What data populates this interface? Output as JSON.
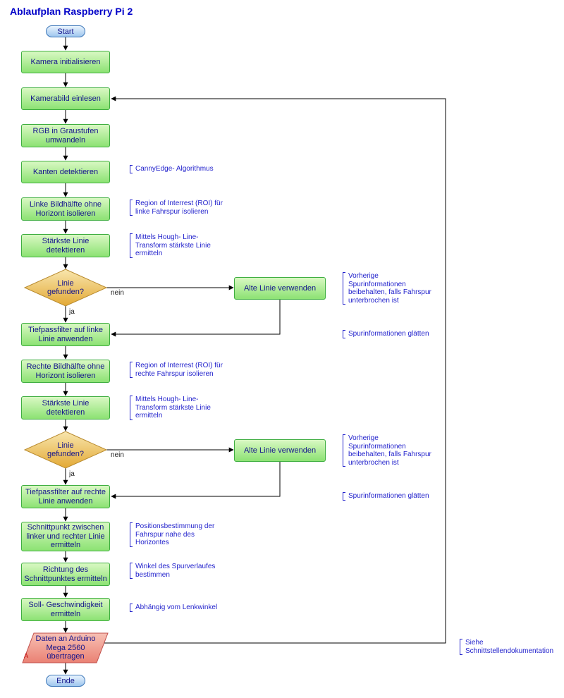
{
  "title": "Ablaufplan Raspberry Pi 2",
  "flow": {
    "start": "Start",
    "end": "Ende",
    "processes": [
      "Kamera initialisieren",
      "Kamerabild einlesen",
      "RGB in Graustufen umwandeln",
      "Kanten detektieren",
      "Linke Bildhälfte ohne Horizont isolieren",
      "Stärkste Linie detektieren",
      "Tiefpassfilter auf linke Linie anwenden",
      "Rechte Bildhälfte ohne Horizont isolieren",
      "Stärkste Linie detektieren",
      "Tiefpassfilter auf rechte Linie anwenden",
      "Schnittpunkt zwischen linker und rechter Linie ermitteln",
      "Richtung des Schnittpunktes ermitteln",
      "Soll- Geschwindigkeit ermitteln"
    ],
    "decisions": [
      "Linie\ngefunden?",
      "Linie\ngefunden?"
    ],
    "alt_boxes": [
      "Alte Linie verwenden",
      "Alte Linie verwenden"
    ],
    "io_label": "Daten an Arduino\nMega 2560\nübertragen",
    "io_connector": "A",
    "labels": {
      "yes": "ja",
      "no": "nein"
    }
  },
  "annotations": [
    "CannyEdge- Algorithmus",
    "Region of Interrest (ROI) für\nlinke Fahrspur isolieren",
    "Mittels Hough- Line-\nTransform stärkste Linie\nermitteln",
    "Vorherige\nSpurinformationen\nbeibehalten, falls Fahrspur\nunterbrochen ist",
    "Spurinformationen glätten",
    "Region of Interrest (ROI) für\nrechte Fahrspur isolieren",
    "Mittels Hough- Line-\nTransform stärkste Linie\nermitteln",
    "Vorherige\nSpurinformationen\nbeibehalten, falls Fahrspur\nunterbrochen ist",
    "Spurinformationen glätten",
    "Positionsbestimmung der\nFahrspur nahe des\nHorizontes",
    "Winkel des Spurverlaufes\nbestimmen",
    "Abhängig vom Lenkwinkel",
    "Siehe\nSchnittstellendokumentation"
  ],
  "colors": {
    "process_fill_top": "#d9f8c3",
    "process_fill_bottom": "#8ce273",
    "process_border": "#3fae41",
    "decision_fill_top": "#f8e6ae",
    "decision_fill_bottom": "#e3a935",
    "decision_border": "#b88a2e",
    "io_fill_top": "#f7c0b4",
    "io_fill_bottom": "#ea8173",
    "io_border": "#c0504d",
    "terminal_fill_top": "#eaf4fe",
    "terminal_fill_bottom": "#9fc6ee",
    "terminal_border": "#3c76b8",
    "annotation_text": "#2222cc",
    "node_text": "#14148c",
    "title_text": "#0000c8",
    "line": "#000000"
  }
}
